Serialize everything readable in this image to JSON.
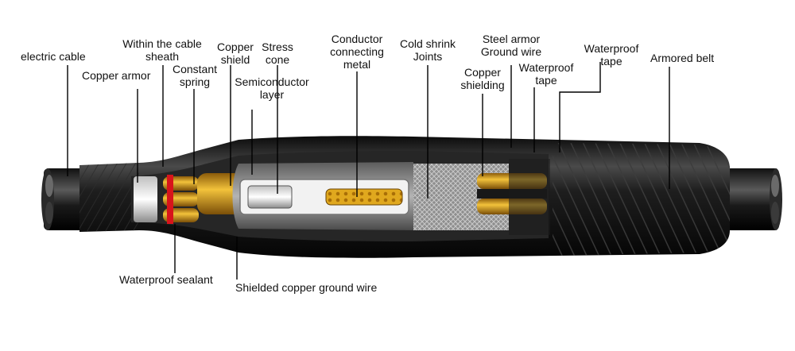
{
  "labels": {
    "electric_cable": "electric cable",
    "copper_armor": "Copper armor",
    "within_sheath_1": "Within the cable",
    "within_sheath_2": "sheath",
    "constant_spring_1": "Constant",
    "constant_spring_2": "spring",
    "copper_shield_1": "Copper",
    "copper_shield_2": "shield",
    "stress_cone_1": "Stress",
    "stress_cone_2": "cone",
    "semiconductor_1": "Semiconductor",
    "semiconductor_2": "layer",
    "conductor_1": "Conductor",
    "conductor_2": "connecting",
    "conductor_3": "metal",
    "cold_shrink_1": "Cold shrink",
    "cold_shrink_2": "Joints",
    "copper_shielding_1": "Copper",
    "copper_shielding_2": "shielding",
    "steel_armor_1": "Steel armor",
    "steel_armor_2": "Ground wire",
    "waterproof_tape_a_1": "Waterproof",
    "waterproof_tape_a_2": "tape",
    "waterproof_tape_b_1": "Waterproof",
    "waterproof_tape_b_2": "tape",
    "armored_belt": "Armored belt",
    "waterproof_sealant": "Waterproof sealant",
    "shielded_ground_wire": "Shielded copper ground wire"
  },
  "colors": {
    "sheath_black": "#1a1a1a",
    "copper_gold": "#d9a521",
    "sealant_red": "#d8141b",
    "inner_grey": "#9a9a9a"
  }
}
